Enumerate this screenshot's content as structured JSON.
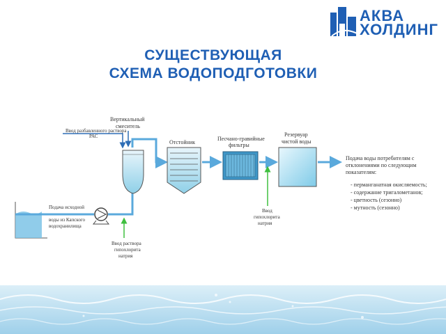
{
  "brand": {
    "line1": "АКВА",
    "line2": "ХОЛДИНГ",
    "color": "#1f5fb4"
  },
  "title": {
    "line1": "СУЩЕСТВУЮЩАЯ",
    "line2": "СХЕМА ВОДОПОДГОТОВКИ"
  },
  "diagram": {
    "mixer_label": [
      "Вертикальный",
      "смеситель"
    ],
    "pac_label": [
      "Ввод разбавленного раствора",
      "РАС"
    ],
    "settler_label": "Отстойник",
    "filters_label": [
      "Песчано-гравийные",
      "фильтры"
    ],
    "reservoir_label": [
      "Резервуар",
      "чистой воды"
    ],
    "source_label": [
      "Подача исходной",
      "воды из Капского",
      "водохранилища"
    ],
    "hypo1_label": [
      "Ввод раствора",
      "гипохлорита",
      "натрия"
    ],
    "hypo2_label": [
      "Ввод",
      "гипохлорита",
      "натрия"
    ],
    "consumer_label": [
      "Подача воды потребителям с",
      "отклонениями по следующим",
      "показателям:"
    ],
    "deviations": [
      "- перманганатная окисляемость;",
      "- содержание тригалометанов;",
      "-  цветность (сезонно)",
      "-  мутность (сезонно)"
    ],
    "colors": {
      "water_pipe": "#5aa9dc",
      "chemical_line": "#2e6db5",
      "hypochlorite_line": "#3fbf3f"
    }
  }
}
